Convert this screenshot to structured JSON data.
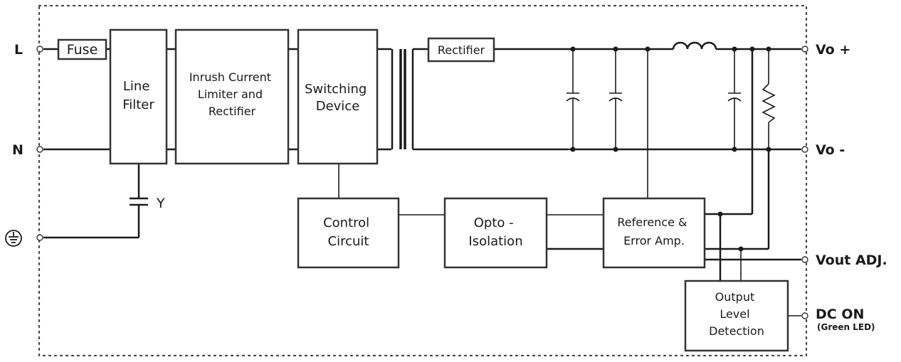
{
  "terminals": {
    "line": "L",
    "neutral": "N",
    "vout_pos": "Vo +",
    "vout_neg": "Vo -",
    "vout_adj": "Vout ADJ.",
    "dc_on": "DC ON",
    "dc_on_note": "(Green LED)"
  },
  "components": {
    "fuse": "Fuse",
    "y_cap": "Y",
    "rectifier": "Rectifier"
  },
  "blocks": {
    "line_filter": [
      "Line",
      "Filter"
    ],
    "inrush": [
      "Inrush Current",
      "Limiter and",
      "Rectifier"
    ],
    "switching": [
      "Switching",
      "Device"
    ],
    "control": [
      "Control",
      "Circuit"
    ],
    "opto": [
      "Opto -",
      "Isolation"
    ],
    "reference": [
      "Reference &",
      "Error Amp."
    ],
    "output_level": [
      "Output",
      "Level",
      "Detection"
    ]
  },
  "colors": {
    "line": "#1a1a1a",
    "box_border": "#333333",
    "background": "#ffffff"
  }
}
